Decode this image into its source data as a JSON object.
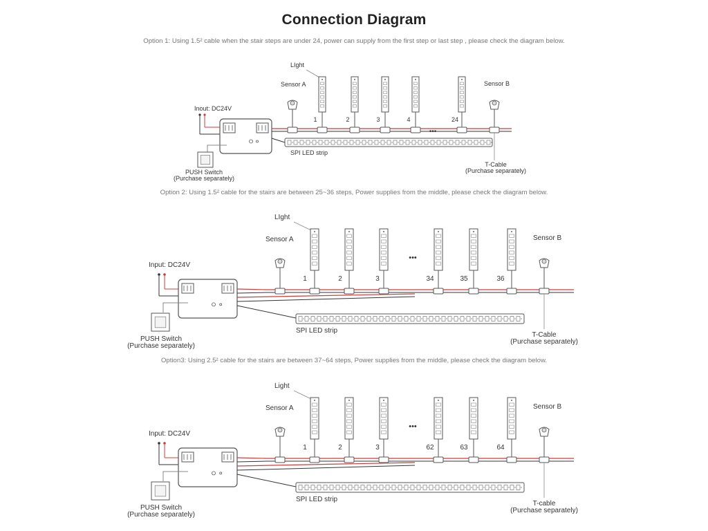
{
  "page": {
    "title": "Connection Diagram"
  },
  "options": [
    {
      "text": "Option 1: Using 1.5² cable when the stair steps are under 24, power can supply from the first step or last step , please check the diagram below.",
      "input_label": "Inout: DC24V",
      "light_label": "LIght",
      "sensor_a": "Sensor A",
      "sensor_b": "Sensor B",
      "push_switch": "PUSH Switch",
      "push_switch_note": "(Purchase separately)",
      "strip_label": "SPI LED strip",
      "tcable_label": "T-Cable",
      "tcable_note": "(Purchase separately)",
      "step_numbers": [
        "1",
        "2",
        "3",
        "4",
        "24"
      ],
      "ellipsis": "•••"
    },
    {
      "text": "Option 2: Using 1.5² cable for the stairs are between 25~36 steps, Power supplies from the middle, please check the diagram below.",
      "input_label": "Input: DC24V",
      "light_label": "LIght",
      "sensor_a": "Sensor A",
      "sensor_b": "Sensor B",
      "push_switch": "PUSH Switch",
      "push_switch_note": "(Purchase separately)",
      "strip_label": "SPI LED strip",
      "tcable_label": "T-Cable",
      "tcable_note": "(Purchase separately)",
      "step_numbers": [
        "1",
        "2",
        "3",
        "34",
        "35",
        "36"
      ],
      "ellipsis": "•••"
    },
    {
      "text": "Option3: Using 2.5² cable for the stairs are between 37~64 steps, Power  supplies from the middle, please check the diagram below.",
      "input_label": "Input: DC24V",
      "light_label": "Light",
      "sensor_a": "Sensor A",
      "sensor_b": "Sensor B",
      "push_switch": "PUSH Switch",
      "push_switch_note": "(Purchase separately)",
      "strip_label": "SPI LED strip",
      "tcable_label": "T-cable",
      "tcable_note": "(Purchase separately)",
      "step_numbers": [
        "1",
        "2",
        "3",
        "62",
        "63",
        "64"
      ],
      "ellipsis": "•••"
    }
  ],
  "colors": {
    "title": "#222222",
    "caption": "#777777",
    "wire_red": "#d13a3a",
    "wire_black": "#333333",
    "outline": "#555555"
  }
}
